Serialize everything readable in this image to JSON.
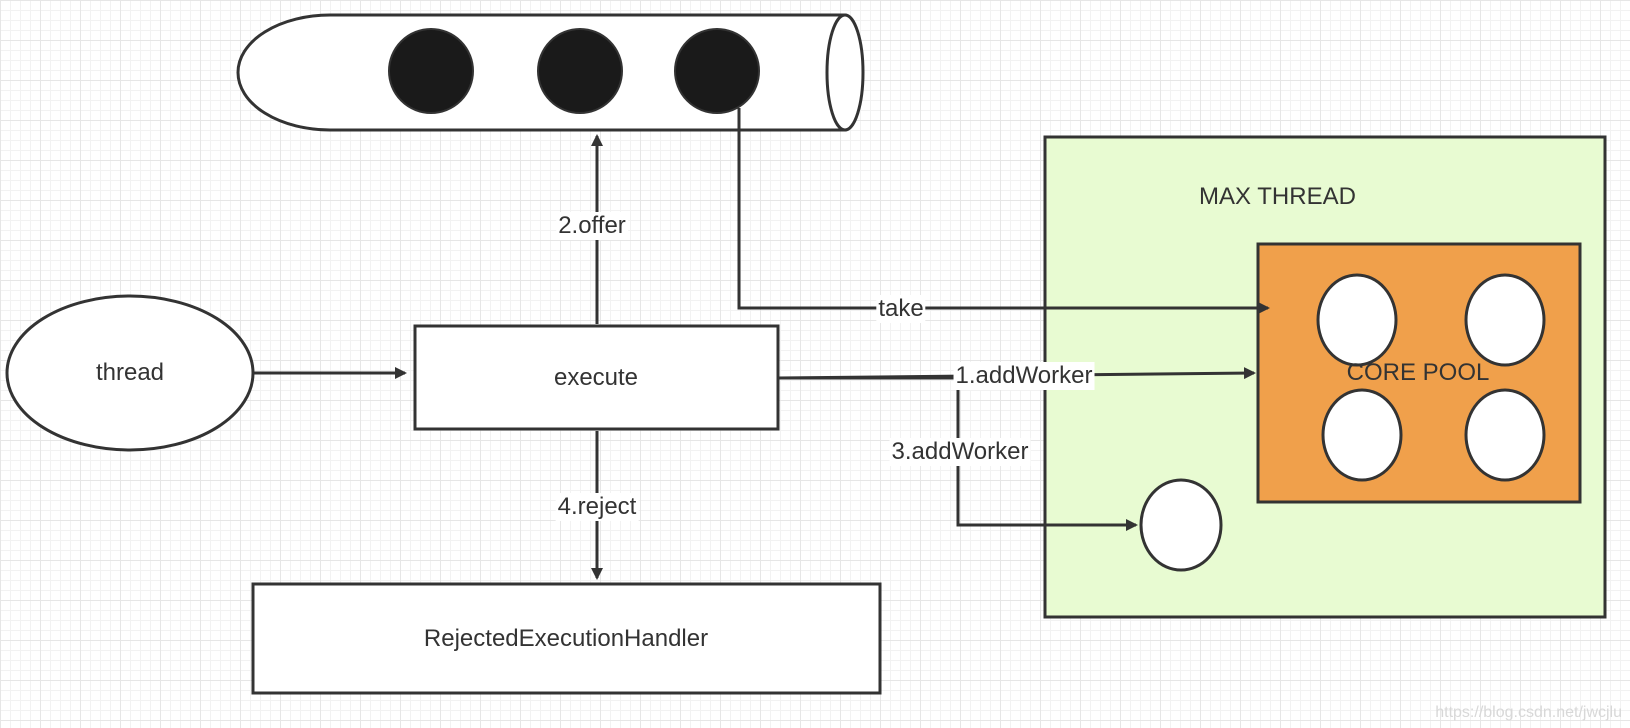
{
  "labels": {
    "thread": "thread",
    "execute": "execute",
    "rejected_handler": "RejectedExecutionHandler",
    "max_thread": "MAX THREAD",
    "core_pool": "CORE POOL"
  },
  "edges": {
    "offer": "2.offer",
    "take": "take",
    "add_worker_1": "1.addWorker",
    "add_worker_3": "3.addWorker",
    "reject": "4.reject"
  },
  "colors": {
    "stroke": "#333333",
    "max_thread_fill": "#e8fbd2",
    "core_pool_fill": "#f0a04b",
    "queue_item_fill": "#1a1a1a",
    "worker_fill": "#ffffff"
  },
  "watermark": "https://blog.csdn.net/jwcjlu"
}
